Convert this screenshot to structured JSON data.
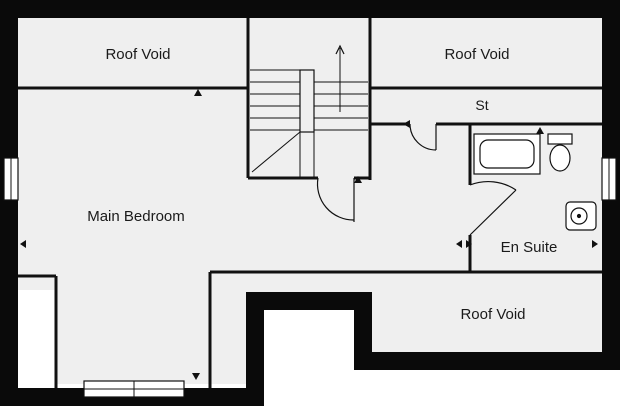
{
  "rooms": {
    "roof_void_top_left": "Roof Void",
    "roof_void_top_right": "Roof Void",
    "store": "St",
    "main_bedroom": "Main Bedroom",
    "en_suite": "En Suite",
    "roof_void_bottom": "Roof Void"
  },
  "colors": {
    "wall": "#0a0a0a",
    "floor": "#efefef",
    "background": "#ffffff",
    "thin_line": "#111111"
  }
}
